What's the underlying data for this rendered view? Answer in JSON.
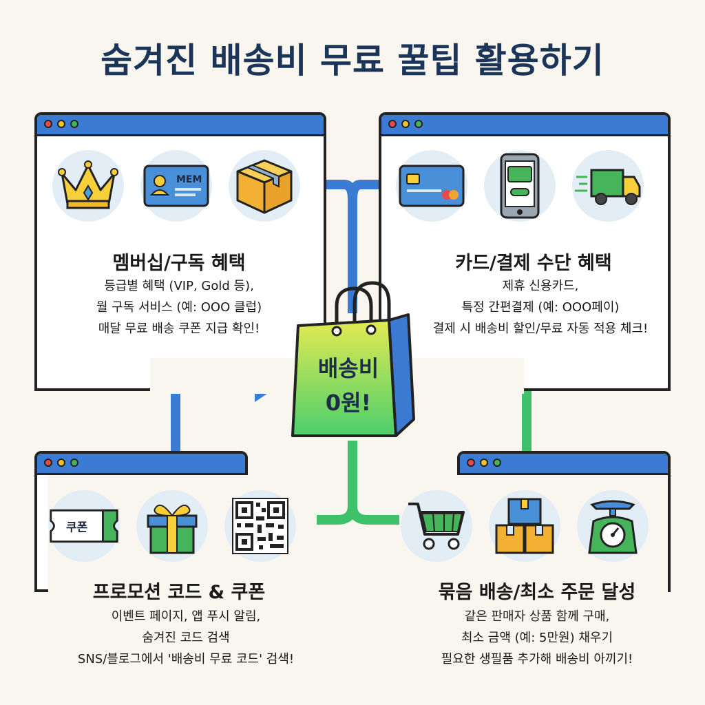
{
  "title": "숨겨진 배송비 무료 꿀팁 활용하기",
  "center": {
    "line1": "배송비",
    "line2": "0원!"
  },
  "panels": {
    "membership": {
      "title": "멤버십/구독 혜택",
      "lines": [
        "등급별 혜택 (VIP, Gold 등),",
        "월 구독 서비스 (예: OOO 클럽)",
        "매달 무료 배송 쿠폰 지급 확인!"
      ],
      "icons": [
        "crown-icon",
        "membership-card-icon",
        "package-box-icon"
      ],
      "card_text": "MEM"
    },
    "payment": {
      "title": "카드/결제 수단 혜택",
      "lines": [
        "제휴 신용카드,",
        "특정 간편결제 (예: OOO페이)",
        "결제 시 배송비 할인/무료 자동 적용 체크!"
      ],
      "icons": [
        "credit-card-icon",
        "smartphone-pay-icon",
        "delivery-truck-icon"
      ]
    },
    "promo": {
      "title": "프로모션 코드 & 쿠폰",
      "lines": [
        "이벤트 페이지, 앱 푸시 알림,",
        "숨겨진 코드 검색",
        "SNS/블로그에서 '배송비 무료 코드' 검색!"
      ],
      "icons": [
        "coupon-ticket-icon",
        "gift-box-icon",
        "qr-code-icon"
      ],
      "coupon_text": "쿠폰"
    },
    "bundle": {
      "title": "묶음 배송/최소 주문 달성",
      "lines": [
        "같은 판매자 상품 함께 구매,",
        "최소 금액 (예: 5만원) 채우기",
        "필요한 생필품 추가해 배송비 아끼기!"
      ],
      "icons": [
        "shopping-cart-icon",
        "stacked-boxes-icon",
        "scale-icon"
      ]
    }
  },
  "colors": {
    "window_bar": "#3b7bd4",
    "connector_blue": "#3b7bd4",
    "connector_green": "#3fc06a",
    "title": "#1b3558",
    "background": "#f8f6ef"
  }
}
